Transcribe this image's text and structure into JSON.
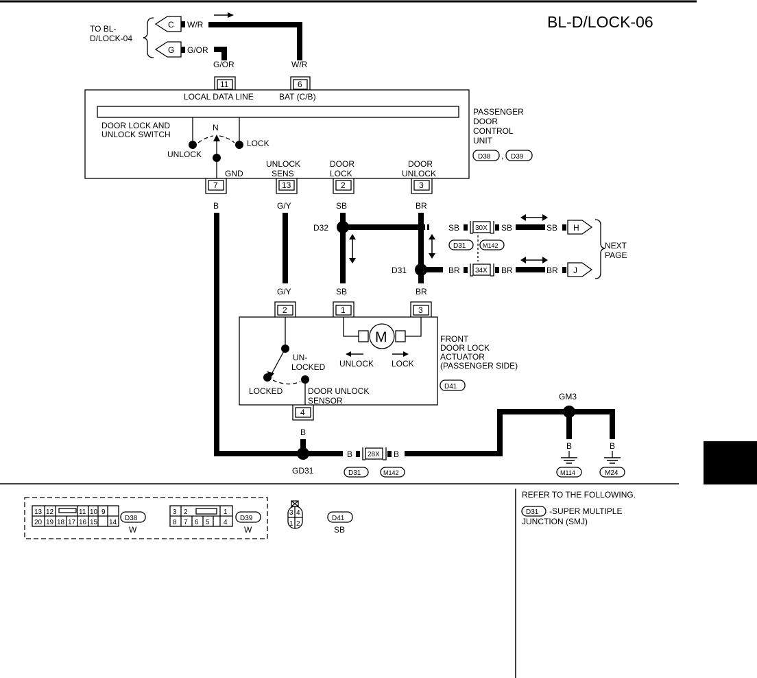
{
  "page_id": "BL-D/LOCK-06",
  "top_connector": {
    "to_label": [
      "TO BL-",
      "D/LOCK-04"
    ],
    "C": {
      "letter": "C",
      "color": "W/R"
    },
    "G": {
      "letter": "G",
      "color": "G/OR"
    }
  },
  "unit": {
    "name": [
      "PASSENGER",
      "DOOR",
      "CONTROL",
      "UNIT"
    ],
    "connectors": [
      "D38",
      "D39"
    ],
    "sep": ",",
    "switch_label": [
      "DOOR LOCK AND",
      "UNLOCK SWITCH"
    ],
    "switch_n": "N",
    "switch_unlock": "UNLOCK",
    "switch_lock": "LOCK",
    "top_pins": [
      {
        "pin": "11",
        "color": "G/OR",
        "label": "LOCAL DATA LINE"
      },
      {
        "pin": "6",
        "color": "W/R",
        "label": "BAT (C/B)"
      }
    ],
    "bottom_pins": [
      {
        "pin": "7",
        "label": [
          "GND"
        ],
        "color": "B"
      },
      {
        "pin": "13",
        "label": [
          "UNLOCK",
          "SENS"
        ],
        "color": "G/Y"
      },
      {
        "pin": "2",
        "label": [
          "DOOR",
          "LOCK"
        ],
        "color": "SB"
      },
      {
        "pin": "3",
        "label": [
          "DOOR",
          "UNLOCK"
        ],
        "color": "BR"
      }
    ]
  },
  "splices": {
    "d32": "D32",
    "d31": "D31",
    "gd31": "GD31",
    "gm3": "GM3"
  },
  "joints": [
    {
      "connector": "30X",
      "color_in": "SB",
      "color_out": "SB",
      "color_end": "SB",
      "to": "H"
    },
    {
      "connector": "34X",
      "color_in": "BR",
      "color_out": "BR",
      "color_end": "BR",
      "to": "J"
    }
  ],
  "joint_refs": [
    "D31",
    "M142"
  ],
  "next_page": [
    "NEXT",
    "PAGE"
  ],
  "actuator": {
    "name": [
      "FRONT",
      "DOOR LOCK",
      "ACTUATOR",
      "(PASSENGER SIDE)"
    ],
    "connector": "D41",
    "pins_top": [
      {
        "pin": "2",
        "color": "G/Y"
      },
      {
        "pin": "1",
        "color": "SB"
      },
      {
        "pin": "3",
        "color": "BR"
      }
    ],
    "motor": "M",
    "unlock": "UNLOCK",
    "lock": "LOCK",
    "unlocked": [
      "UN-",
      "LOCKED"
    ],
    "locked": "LOCKED",
    "sensor": [
      "DOOR UNLOCK",
      "SENSOR"
    ],
    "pin_bottom": "4"
  },
  "ground": {
    "color_b": "B",
    "joint": "28X",
    "joint_refs": [
      "D31",
      "M142"
    ],
    "ground_refs": [
      "M114",
      "M24"
    ]
  },
  "connector_views": {
    "d38": {
      "row1": [
        "13",
        "12",
        "11",
        "10",
        "9"
      ],
      "row2": [
        "20",
        "19",
        "18",
        "17",
        "16",
        "15",
        "14"
      ],
      "id": "D38",
      "color": "W"
    },
    "d39": {
      "row1": [
        "3",
        "2",
        "1"
      ],
      "row2": [
        "8",
        "7",
        "6",
        "5",
        "4"
      ],
      "id": "D39",
      "color": "W"
    },
    "d41": {
      "pins": [
        "3",
        "4",
        "1",
        "2"
      ],
      "id": "D41",
      "color": "SB"
    }
  },
  "refer": {
    "title": "REFER TO THE FOLLOWING.",
    "ref": "D31",
    "text": [
      "-SUPER MULTIPLE",
      "JUNCTION (SMJ)"
    ]
  }
}
